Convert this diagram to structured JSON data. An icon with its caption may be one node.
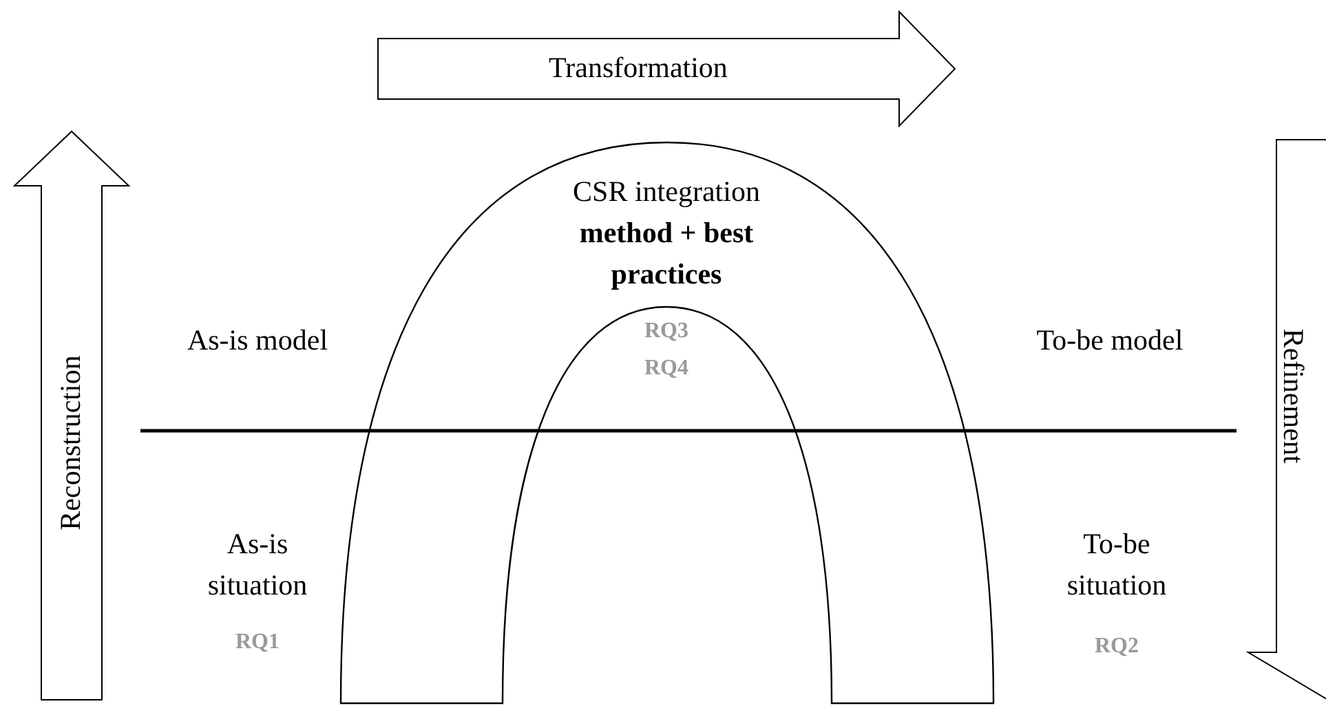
{
  "diagram": {
    "nodes": [
      {
        "text": [
          "Transformation"
        ]
      },
      {
        "text": [
          "Reconstruction"
        ]
      },
      {
        "text": [
          "Refinement"
        ]
      },
      {
        "text": [
          "CSR integration",
          "method + best practices"
        ]
      }
    ],
    "labels": [
      "As-is model",
      "RQ3",
      "RQ4",
      "To-be model",
      "As-is situation",
      "To-be situation",
      "RQ1",
      "RQ2"
    ]
  }
}
